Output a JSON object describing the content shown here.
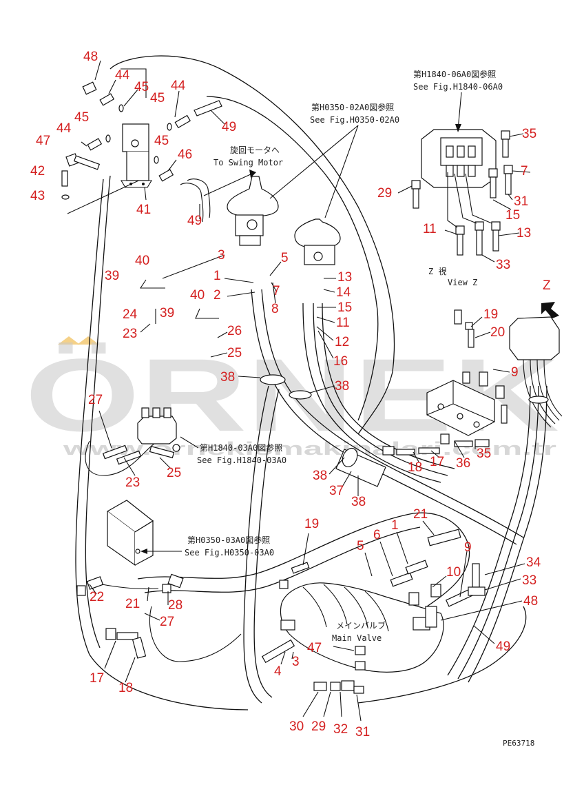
{
  "drawing_code": "PE63718",
  "view_letter": "Z",
  "watermark": {
    "brand": "ÖRNEK",
    "url": "www.ornekismakinalari.com.tr"
  },
  "references": {
    "h1840_06": {
      "jp": "第H1840-06A0図参照",
      "en": "See Fig.H1840-06A0"
    },
    "h0350_02": {
      "jp": "第H0350-02A0図参照",
      "en": "See Fig.H0350-02A0"
    },
    "swing_motor": {
      "jp": "旋回モータへ",
      "en": "To Swing Motor"
    },
    "view_z": {
      "jp": "Z 視",
      "en": "View Z"
    },
    "h1840_03": {
      "jp": "第H1840-03A0図参照",
      "en": "See Fig.H1840-03A0"
    },
    "h0350_03": {
      "jp": "第H0350-03A0図参照",
      "en": "See Fig.H0350-03A0"
    },
    "main_valve": {
      "jp": "メインバルブ",
      "en": "Main Valve"
    }
  },
  "callouts": [
    {
      "id": "c48a",
      "label": "48"
    },
    {
      "id": "c44a",
      "label": "44"
    },
    {
      "id": "c45a",
      "label": "45"
    },
    {
      "id": "c45b",
      "label": "45"
    },
    {
      "id": "c44b",
      "label": "44"
    },
    {
      "id": "c45c",
      "label": "45"
    },
    {
      "id": "c44c",
      "label": "44"
    },
    {
      "id": "c49a",
      "label": "49"
    },
    {
      "id": "c47a",
      "label": "47"
    },
    {
      "id": "c45d",
      "label": "45"
    },
    {
      "id": "c46",
      "label": "46"
    },
    {
      "id": "c42",
      "label": "42"
    },
    {
      "id": "c43",
      "label": "43"
    },
    {
      "id": "c41",
      "label": "41"
    },
    {
      "id": "c49b",
      "label": "49"
    },
    {
      "id": "c35a",
      "label": "35"
    },
    {
      "id": "c7a",
      "label": "7"
    },
    {
      "id": "c29a",
      "label": "29"
    },
    {
      "id": "c31a",
      "label": "31"
    },
    {
      "id": "c15a",
      "label": "15"
    },
    {
      "id": "c11a",
      "label": "11"
    },
    {
      "id": "c13a",
      "label": "13"
    },
    {
      "id": "c33a",
      "label": "33"
    },
    {
      "id": "c3a",
      "label": "3"
    },
    {
      "id": "c5a",
      "label": "5"
    },
    {
      "id": "c40a",
      "label": "40"
    },
    {
      "id": "c39a",
      "label": "39"
    },
    {
      "id": "c1a",
      "label": "1"
    },
    {
      "id": "c7b",
      "label": "7"
    },
    {
      "id": "c13b",
      "label": "13"
    },
    {
      "id": "c2",
      "label": "2"
    },
    {
      "id": "c14",
      "label": "14"
    },
    {
      "id": "c8",
      "label": "8"
    },
    {
      "id": "c40b",
      "label": "40"
    },
    {
      "id": "c24",
      "label": "24"
    },
    {
      "id": "c39b",
      "label": "39"
    },
    {
      "id": "c15b",
      "label": "15"
    },
    {
      "id": "c11b",
      "label": "11"
    },
    {
      "id": "c23a",
      "label": "23"
    },
    {
      "id": "c26",
      "label": "26"
    },
    {
      "id": "c12",
      "label": "12"
    },
    {
      "id": "c25a",
      "label": "25"
    },
    {
      "id": "c16",
      "label": "16"
    },
    {
      "id": "c19a",
      "label": "19"
    },
    {
      "id": "c20",
      "label": "20"
    },
    {
      "id": "c9a",
      "label": "9"
    },
    {
      "id": "c38a",
      "label": "38"
    },
    {
      "id": "c38b",
      "label": "38"
    },
    {
      "id": "c27a",
      "label": "27"
    },
    {
      "id": "c35b",
      "label": "35"
    },
    {
      "id": "c17a",
      "label": "17"
    },
    {
      "id": "c18a",
      "label": "18"
    },
    {
      "id": "c36",
      "label": "36"
    },
    {
      "id": "c23b",
      "label": "23"
    },
    {
      "id": "c25b",
      "label": "25"
    },
    {
      "id": "c38c",
      "label": "38"
    },
    {
      "id": "c37",
      "label": "37"
    },
    {
      "id": "c38d",
      "label": "38"
    },
    {
      "id": "c19b",
      "label": "19"
    },
    {
      "id": "c21a",
      "label": "21"
    },
    {
      "id": "c6",
      "label": "6"
    },
    {
      "id": "c1b",
      "label": "1"
    },
    {
      "id": "c5b",
      "label": "5"
    },
    {
      "id": "c9b",
      "label": "9"
    },
    {
      "id": "c10",
      "label": "10"
    },
    {
      "id": "c34",
      "label": "34"
    },
    {
      "id": "c33b",
      "label": "33"
    },
    {
      "id": "c22",
      "label": "22"
    },
    {
      "id": "c21b",
      "label": "21"
    },
    {
      "id": "c28",
      "label": "28"
    },
    {
      "id": "c27b",
      "label": "27"
    },
    {
      "id": "c48b",
      "label": "48"
    },
    {
      "id": "c47b",
      "label": "47"
    },
    {
      "id": "c49c",
      "label": "49"
    },
    {
      "id": "c4",
      "label": "4"
    },
    {
      "id": "c3b",
      "label": "3"
    },
    {
      "id": "c17b",
      "label": "17"
    },
    {
      "id": "c18b",
      "label": "18"
    },
    {
      "id": "c30",
      "label": "30"
    },
    {
      "id": "c29b",
      "label": "29"
    },
    {
      "id": "c32",
      "label": "32"
    },
    {
      "id": "c31b",
      "label": "31"
    }
  ]
}
